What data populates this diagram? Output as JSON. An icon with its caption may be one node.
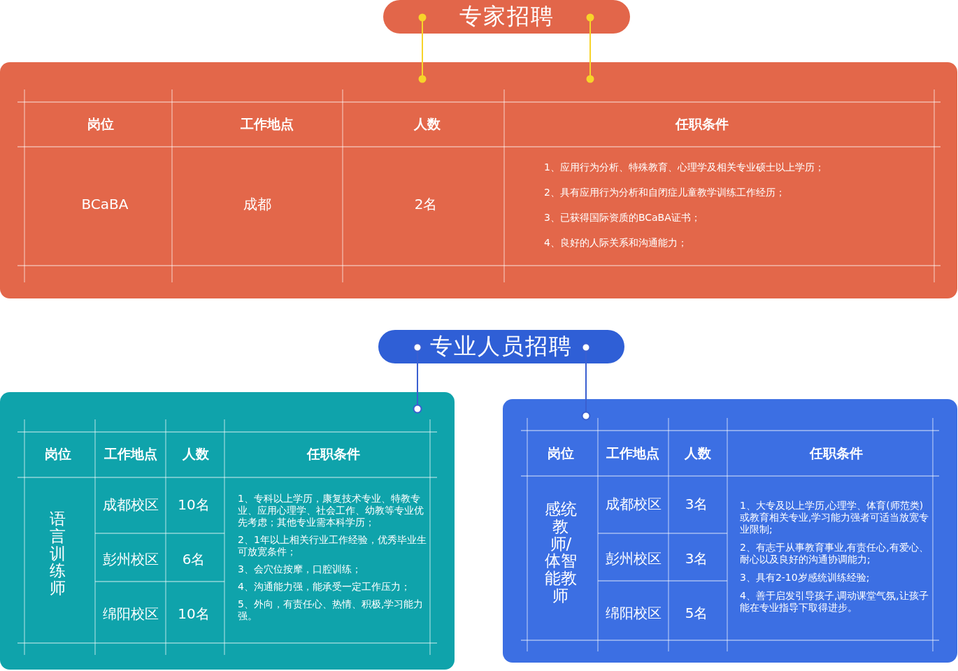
{
  "diagram": {
    "nodes": [
      {
        "text": [
          "专家招聘"
        ]
      },
      {
        "text": [],
        "shape": "box"
      },
      {
        "text": [
          "专业人员招聘"
        ]
      },
      {
        "text": [],
        "shape": "box"
      },
      {
        "text": [],
        "shape": "box"
      }
    ],
    "edges": [
      {
        "from": 0,
        "to": 1,
        "arrow": "other",
        "color": "#f7d42a"
      },
      {
        "from": 0,
        "to": 1,
        "arrow": "other",
        "color": "#f7d42a"
      },
      {
        "from": 2,
        "to": 3,
        "arrow": "other",
        "color": "#3a5fd0"
      },
      {
        "from": 2,
        "to": 4,
        "arrow": "other",
        "color": "#3a5fd0"
      }
    ],
    "labels": [
      "岗位",
      "工作地点",
      "人数",
      "任职条件",
      "BCaBA",
      "成都",
      "2名",
      "1、应用行为分析、特殊教育、心理学及相关专业硕士以上学历；",
      "2、具有应用行为分析和自闭症儿童教学训练工作经历；",
      "3、已获得国际资质的BCaBA证书；",
      "4、良好的人际关系和沟通能力；",
      "岗位",
      "工作地点",
      "人数",
      "任职条件",
      "语言训练师",
      "成都校区",
      "10名",
      "1、专科以上学历，康复技术专业、特教专业、应用心理学、社会工作、幼教等专业优先考虑；其他专业需本科学历；",
      "2、1年以上相关行业工作经验，优秀毕业生可放宽条件；",
      "3、会穴位按摩，口腔训练；",
      "4、沟通能力强，能承受一定工作压力；",
      "5、外向，有责任心、热情、积极,学习能力强。",
      "彭州校区",
      "6名",
      "绵阳校区",
      "10名",
      "岗位",
      "工作地点",
      "人数",
      "任职条件",
      "感统教师/体智能教师",
      "成都校区",
      "3名",
      "1、大专及以上学历,心理学、体育(师范类)或教育相关专业,学习能力强者可适当放宽专业限制;",
      "2、有志于从事教育事业,有责任心,有爱心、耐心以及良好的沟通协调能力;",
      "3、具有2-10岁感统训练经验;",
      "4、善于启发引导孩子,调动课堂气氛,让孩子能在专业指导下取得进步。",
      "彭州校区",
      "3名",
      "绵阳校区",
      "5名"
    ]
  }
}
